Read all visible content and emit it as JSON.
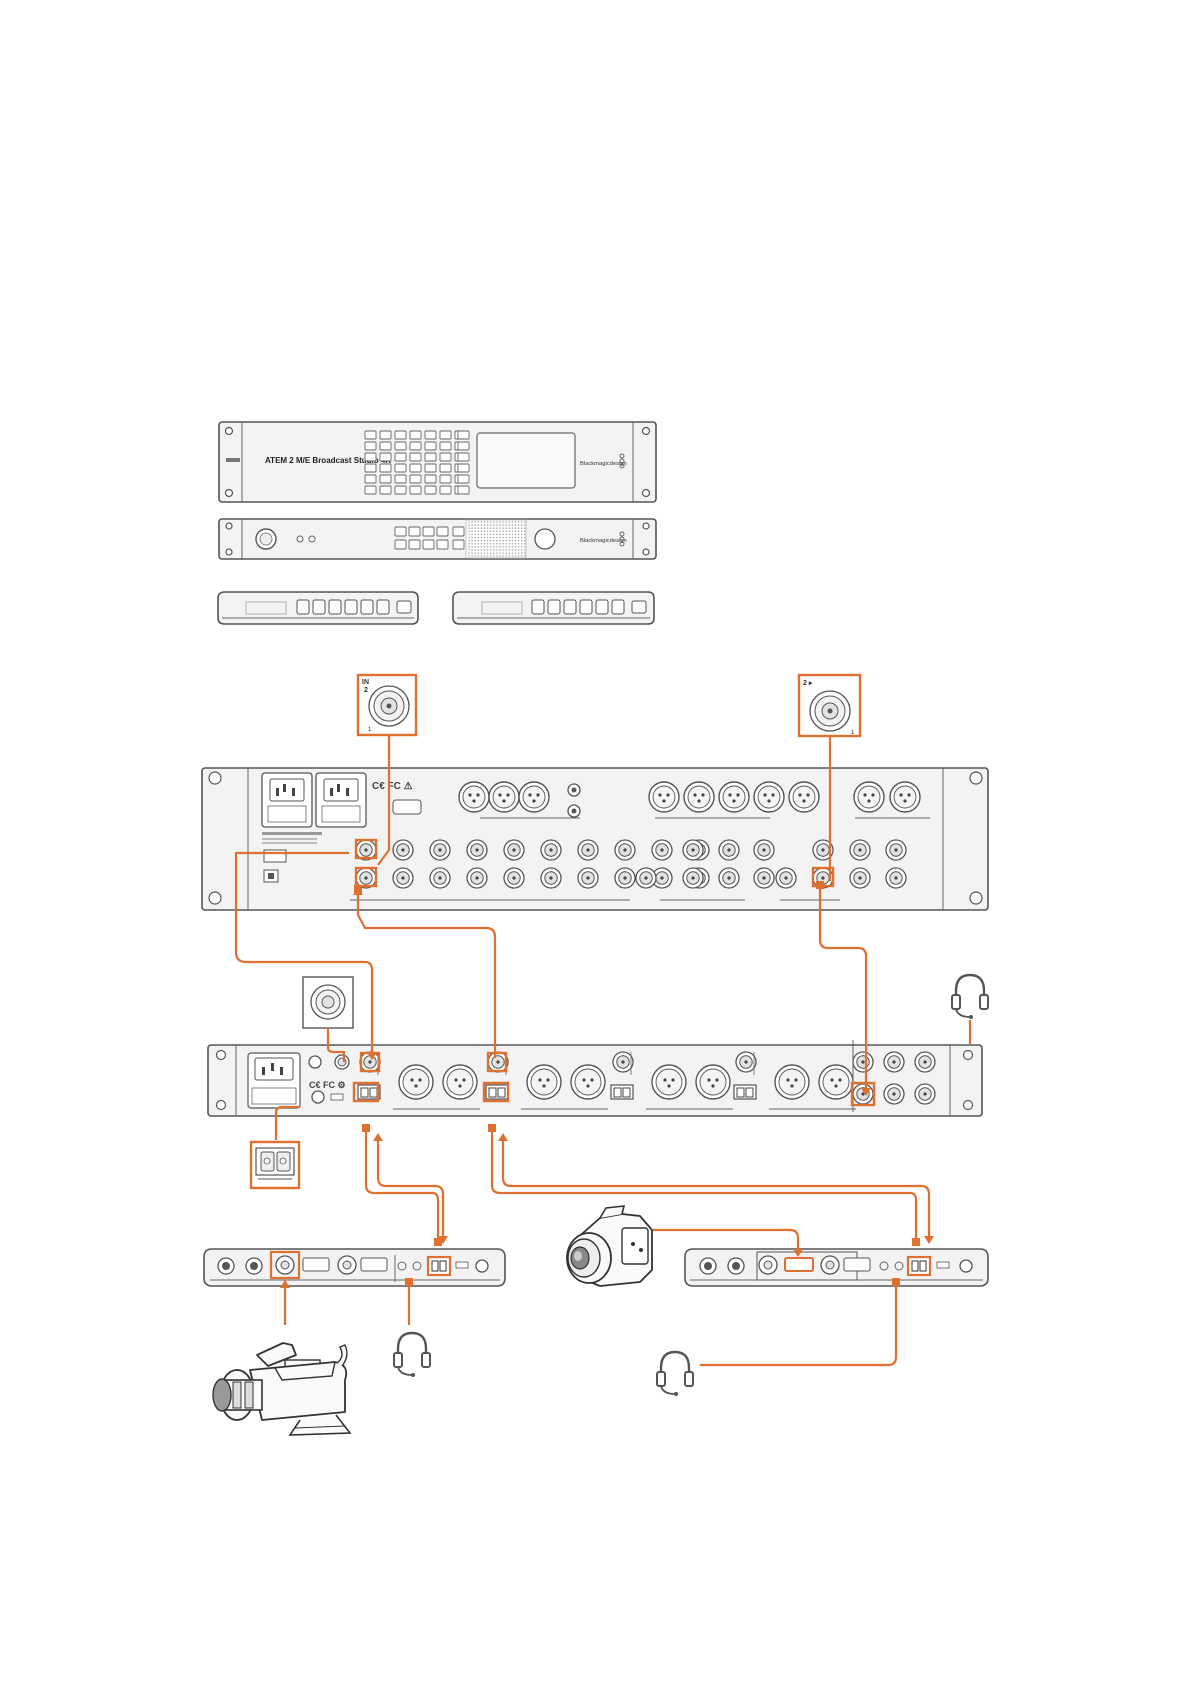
{
  "title": "",
  "devices": {
    "front_panel": {
      "model_badge": "ATEM 2 M/E Broadcast Studio 4K",
      "brand": "Blackmagicdesign"
    },
    "talkback_front": {
      "brand": "Blackmagicdesign"
    }
  },
  "callouts": {
    "sdi_in_2": {
      "label_line1": "IN",
      "label_line2": "2",
      "pin": "1"
    },
    "program_out_2": {
      "label": "2 ▸",
      "pin": "1"
    }
  },
  "colors": {
    "cable": "#e07030",
    "device_outline": "#555555",
    "device_fill": "#f3f3f3"
  },
  "icons": [
    "headphones-icon",
    "broadcast-camera-icon",
    "handycam-icon",
    "bnc-connector-icon",
    "xlr-connector-icon",
    "power-socket-icon",
    "fiber-connector-icon"
  ]
}
